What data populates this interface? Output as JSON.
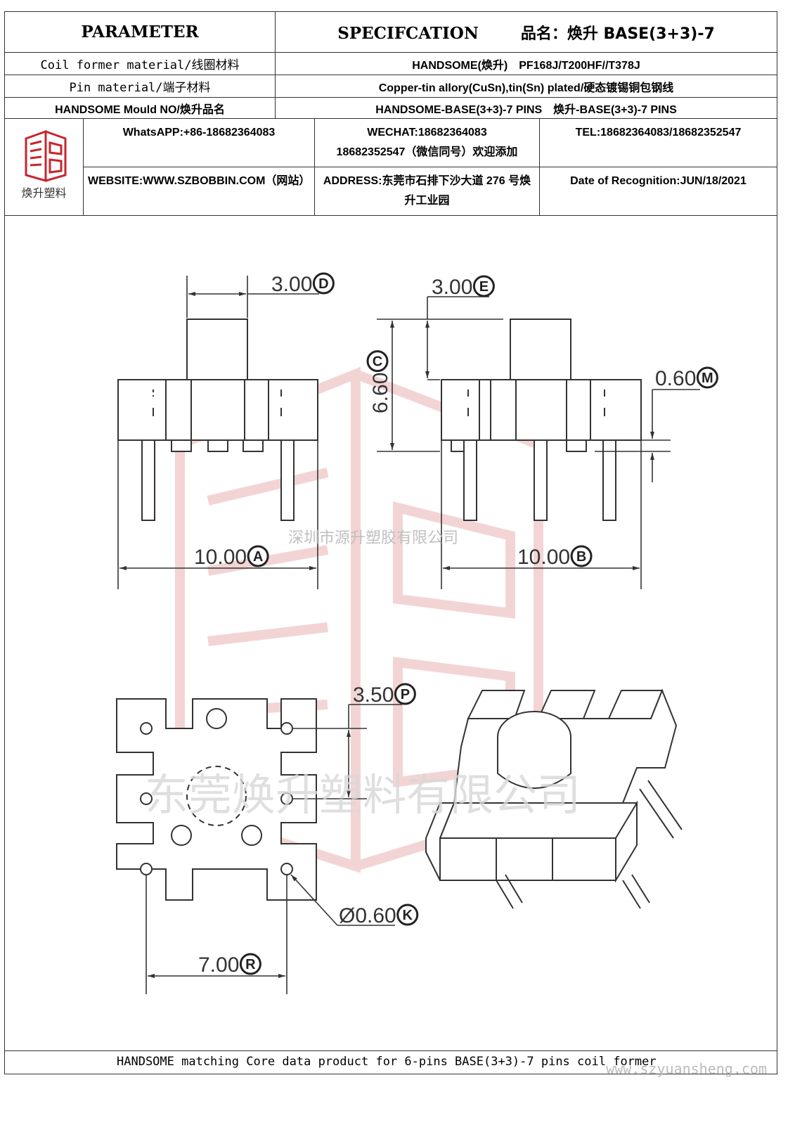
{
  "header": {
    "parameter_label": "PARAMETER",
    "spec_label": "SPECIFCATION",
    "product_name": "品名：焕升 BASE(3+3)-7",
    "rows": [
      {
        "label": "Coil former material/线圈材料",
        "value": "HANDSOME(焕升)　PF168J/T200HF//T378J"
      },
      {
        "label": "Pin material/端子材料",
        "value": "Copper-tin allory(CuSn),tin(Sn) plated/硬态镀锡铜包钢线"
      },
      {
        "label": "HANDSOME Mould NO/焕升品名",
        "value": "HANDSOME-BASE(3+3)-7 PINS　焕升-BASE(3+3)-7 PINS"
      }
    ]
  },
  "contact": {
    "logo_caption": "焕升塑料",
    "whatsapp": "WhatsAPP:+86-18682364083",
    "wechat_line1": "WECHAT:18682364083",
    "wechat_line2": "18682352547（微信同号）欢迎添加",
    "tel": "TEL:18682364083/18682352547",
    "website": "WEBSITE:WWW.SZBOBBIN.COM（网站）",
    "address": "ADDRESS:东莞市石排下沙大道 276 号焕升工业园",
    "date": "Date of Recognition:JUN/18/2021"
  },
  "watermarks": {
    "small": "深圳市源升塑胶有限公司",
    "large": "东莞焕升塑料有限公司"
  },
  "dimensions": {
    "a": {
      "value": "10.00",
      "tag": "A"
    },
    "b": {
      "value": "10.00",
      "tag": "B"
    },
    "c": {
      "value": "6.60",
      "tag": "C"
    },
    "d": {
      "value": "3.00",
      "tag": "D"
    },
    "e": {
      "value": "3.00",
      "tag": "E"
    },
    "m": {
      "value": "0.60",
      "tag": "M"
    },
    "p": {
      "value": "3.50",
      "tag": "P"
    },
    "k": {
      "value": "Ø0.60",
      "tag": "K"
    },
    "r": {
      "value": "7.00",
      "tag": "R"
    }
  },
  "footer": {
    "text": "HANDSOME matching Core data  product for 6-pins BASE(3+3)-7 pins coil former",
    "site": "www.szyuansheng.com"
  },
  "colors": {
    "line": "#333333",
    "watermark_red": "#e8a6a6",
    "logo_red": "#c8262c"
  }
}
